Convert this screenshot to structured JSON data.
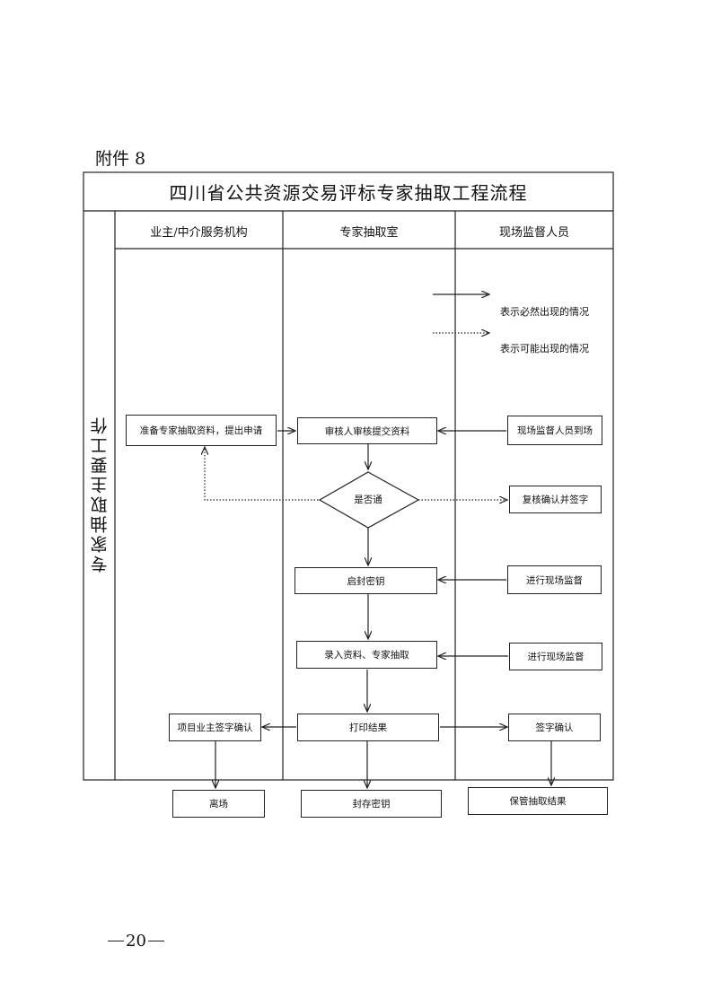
{
  "header": {
    "attachment": "附件 8"
  },
  "title": "四川省公共资源交易评标专家抽取工程流程",
  "side_label": "专家抽取主要工作",
  "lanes": [
    "业主/中介服务机构",
    "专家抽取室",
    "现场监督人员"
  ],
  "legend": {
    "solid": "表示必然出现的情况",
    "dotted": "表示可能出现的情况"
  },
  "nodes": {
    "prepare": "准备专家抽取资料，提出申请",
    "review": "审核人审核提交资料",
    "supervisor_arrive": "现场监督人员到场",
    "decision": "是否通",
    "recheck": "复核确认并签字",
    "unseal": "启封密钥",
    "supervise1": "进行现场监督",
    "input": "录入资料、专家抽取",
    "supervise2": "进行现场监督",
    "print": "打印结果",
    "owner_sign": "项目业主签字确认",
    "sign": "签字确认",
    "leave": "离场",
    "seal_key": "封存密钥",
    "keep_result": "保管抽取结果"
  },
  "footer": {
    "page_number": "20"
  }
}
